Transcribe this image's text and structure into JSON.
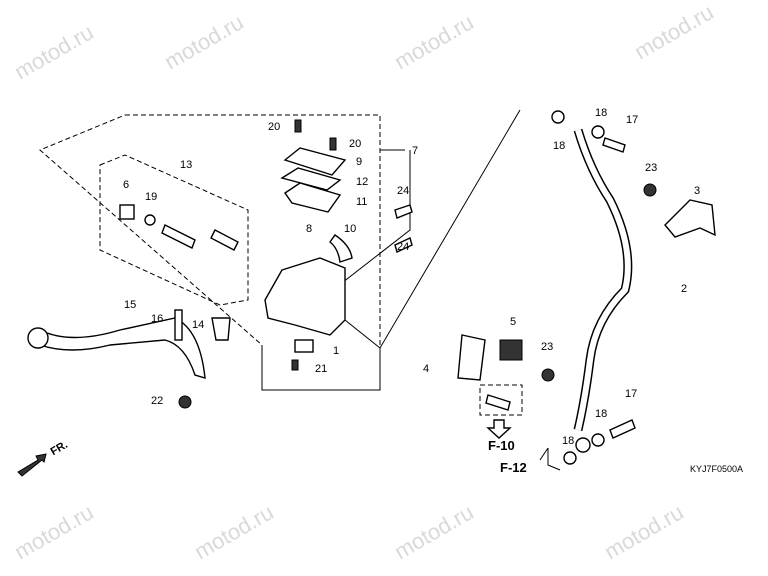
{
  "watermark": "motod.ru",
  "diagram_code": "KYJ7F0500A",
  "front_marker": "FR.",
  "refs": {
    "f10": "F-10",
    "f12": "F-12"
  },
  "labels": [
    "20",
    "20",
    "7",
    "9",
    "12",
    "11",
    "13",
    "6",
    "19",
    "8",
    "10",
    "24",
    "24",
    "15",
    "16",
    "14",
    "1",
    "21",
    "22",
    "18",
    "18",
    "17",
    "23",
    "3",
    "2",
    "5",
    "4",
    "23",
    "17",
    "18",
    "18"
  ]
}
